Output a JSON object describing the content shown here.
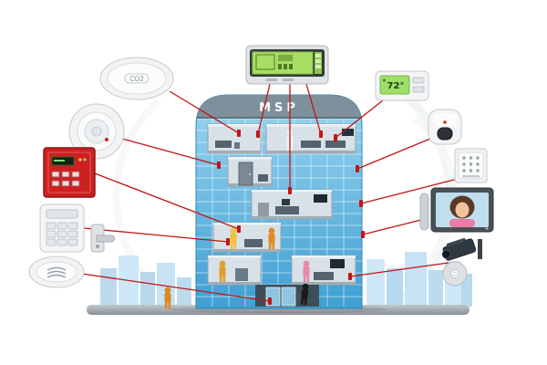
{
  "building": {
    "sign": "MSP",
    "floors": 6
  },
  "devices": {
    "co2": {
      "name": "co2-sensor",
      "label": "CO2"
    },
    "smoke_detector": {
      "name": "smoke-detector"
    },
    "fire_alarm_panel": {
      "name": "fire-alarm-panel"
    },
    "access_keypad": {
      "name": "access-keypad"
    },
    "door_lock": {
      "name": "door-lock"
    },
    "siren": {
      "name": "siren-sounder"
    },
    "lcd_control_panel": {
      "name": "lcd-control-panel"
    },
    "thermostat": {
      "name": "thermostat",
      "reading": "72°"
    },
    "motion_detector": {
      "name": "motion-detector"
    },
    "wall_keypad": {
      "name": "wall-keypad"
    },
    "video_intercom": {
      "name": "video-intercom-monitor"
    },
    "cctv_camera": {
      "name": "cctv-camera"
    },
    "recording_disc": {
      "name": "recording-disc"
    }
  },
  "colors": {
    "connector_line": "#c41414",
    "building_glass_top": "#9bd6f0",
    "building_glass_bottom": "#3f9fd4",
    "sign_band": "#7d909c",
    "fire_panel_red": "#ce2020",
    "lcd_green": "#a8dd66",
    "thermostat_green": "#9ede6a",
    "skyline_blue": "#c7e3f3",
    "ground_gray": "#8b9196"
  }
}
